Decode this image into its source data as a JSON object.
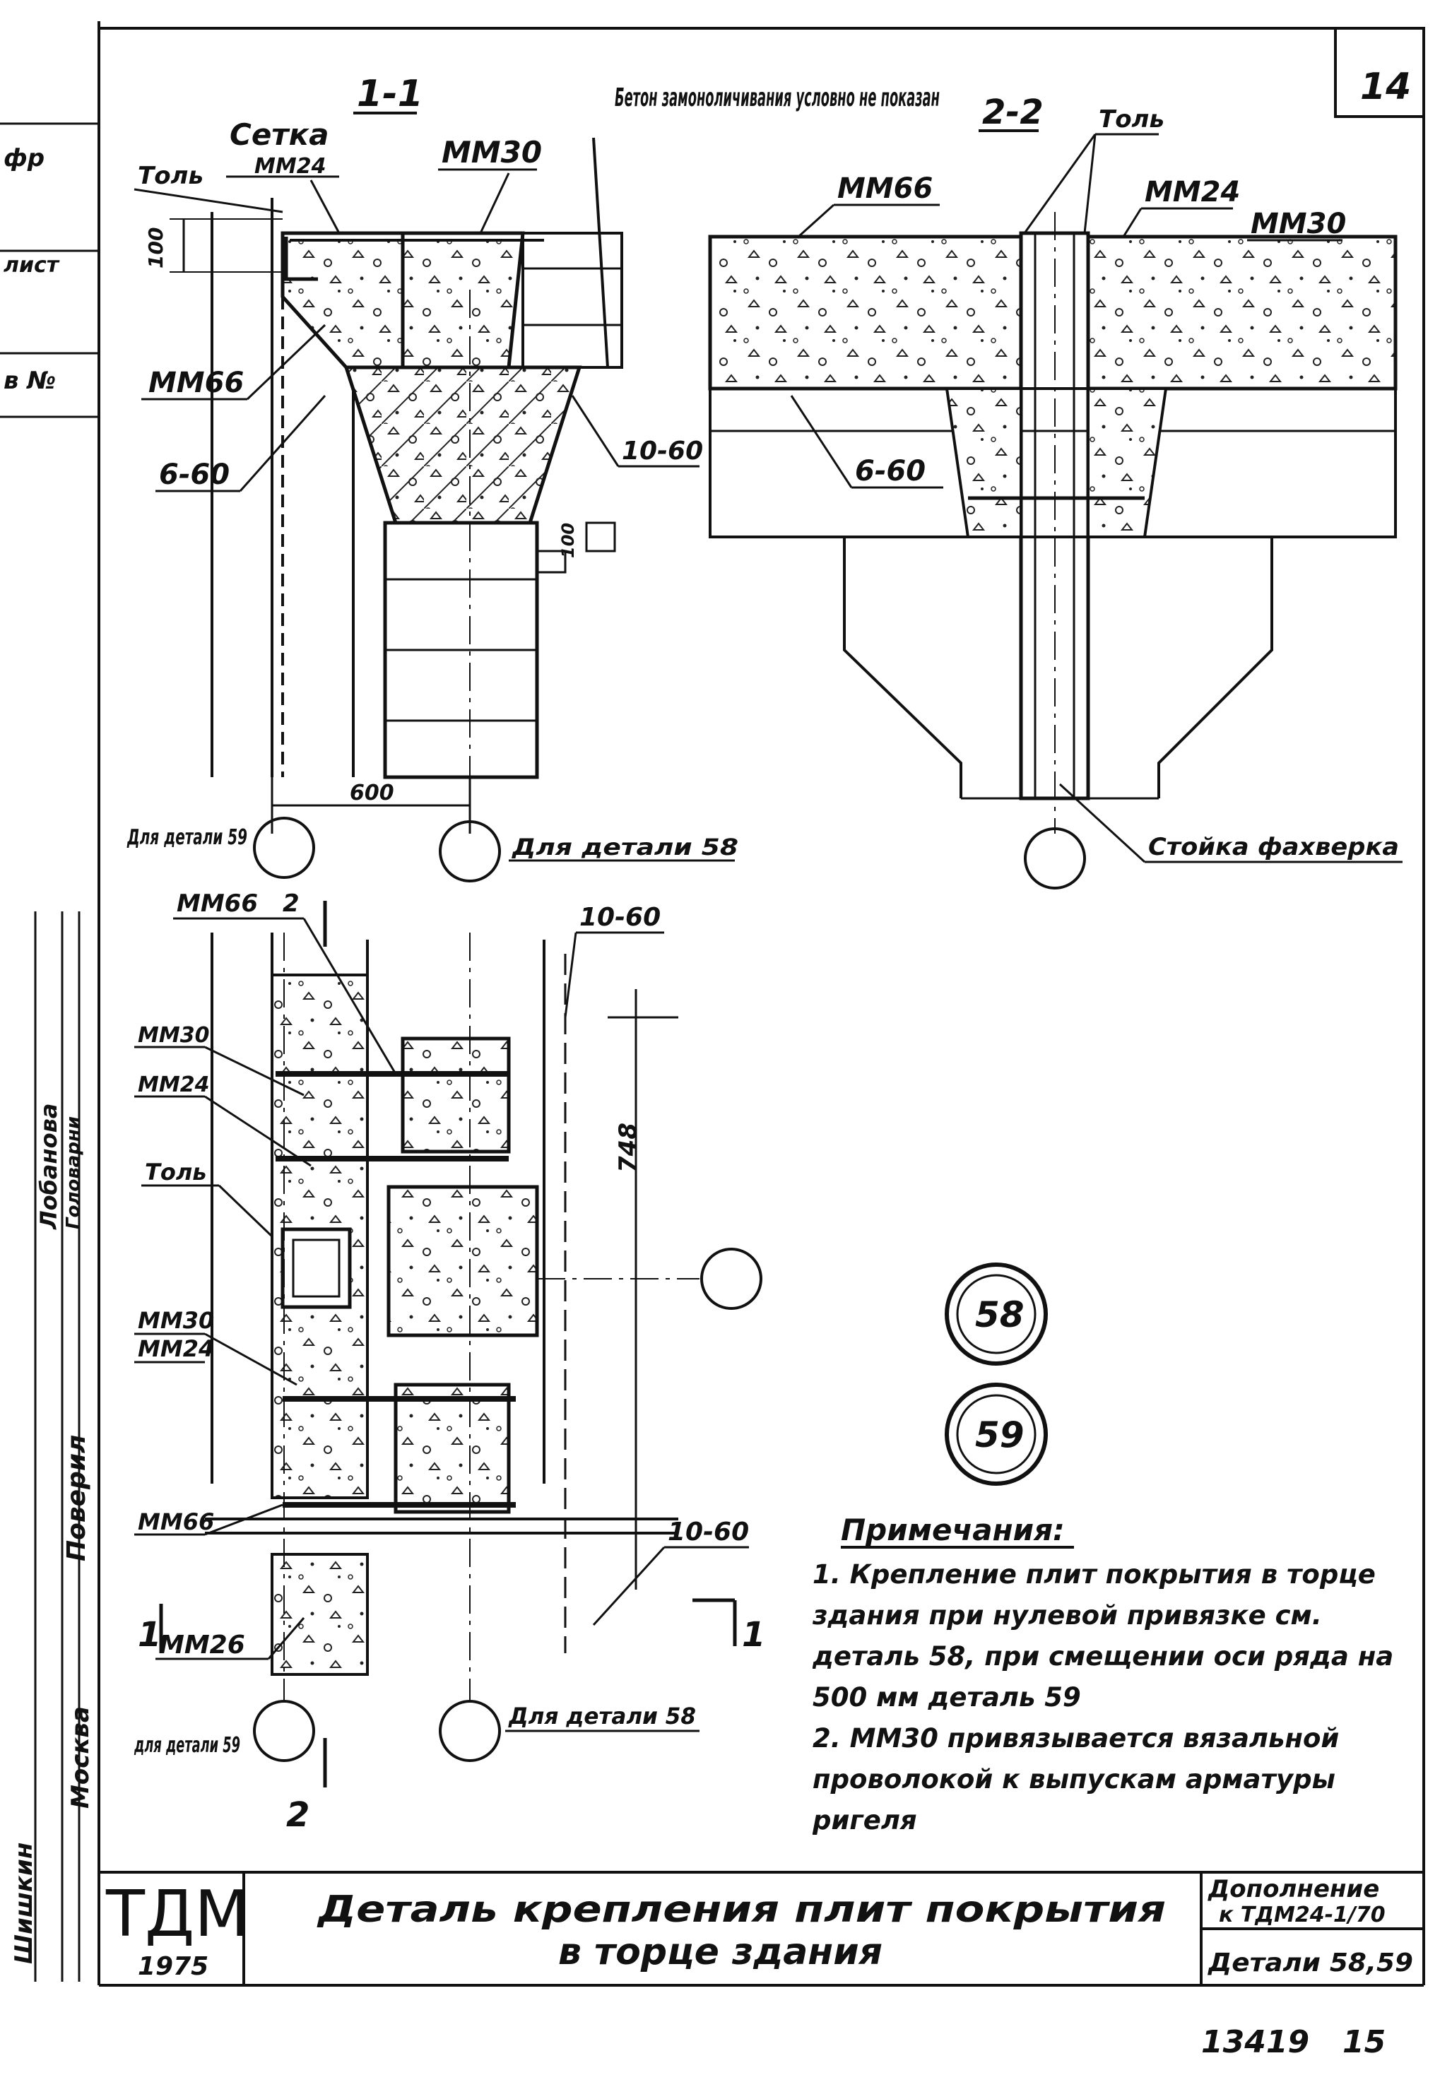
{
  "sheet": {
    "page_number": "14",
    "section_1_label": "1-1",
    "section_2_label": "2-2",
    "concrete_note": "Бетон замоноличивания условно не показан"
  },
  "margin": {
    "items": [
      "фр",
      "лист",
      "в №"
    ],
    "signatures": [
      "Лобанова",
      "Головарни",
      "Поверил",
      "Шишкин",
      "Москва"
    ]
  },
  "section_1_1": {
    "labels": {
      "setka": "Сетка",
      "mm24": "ММ24",
      "mm30": "ММ30",
      "tol": "Толь",
      "dim_100": "100",
      "mm66": "ММ66",
      "b60": "6-60",
      "b10_60": "10-60",
      "dim_600": "600",
      "dim_100b": "100"
    },
    "callouts": [
      "Для детали 59",
      "Для детали 58"
    ]
  },
  "section_2_2": {
    "labels": {
      "tol": "Толь",
      "mm66": "ММ66",
      "mm24": "ММ24",
      "mm30": "ММ30",
      "b60": "6-60",
      "stoyka": "Стойка фахверка"
    }
  },
  "plan": {
    "labels": {
      "mm66_top": "ММ66",
      "mm30": "ММ30",
      "mm24": "ММ24",
      "tol": "Толь",
      "mm30_b": "ММ30",
      "mm24_b": "ММ24",
      "mm66_b": "ММ66",
      "mm26": "ММ26",
      "b10_60_top": "10-60",
      "b10_60_bot": "10-60",
      "dim_748": "748",
      "cut_1": "1",
      "cut_2": "2"
    },
    "callouts": [
      "для детали 59",
      "Для детали 58"
    ]
  },
  "detail_marks": [
    "58",
    "59"
  ],
  "notes": {
    "title": "Примечания:",
    "items": [
      "1. Крепление плит покрытия в торце здания при нулевой привязке см. деталь 58, при смещении оси ряда на 500 мм деталь 59",
      "2. ММ30 привязывается вязальной проволокой к выпускам арматуры ригеля"
    ]
  },
  "title_block": {
    "logo": "ТДМ",
    "year": "1975",
    "title_line_1": "Деталь крепления плит покрытия",
    "title_line_2": "в торце здания",
    "addition_line_1": "Дополнение",
    "addition_line_2": "к ТДМ24-1/70",
    "details": "Детали 58,59"
  },
  "footer": {
    "archive_number": "13419",
    "sheet_number": "15"
  },
  "colors": {
    "ink": "#111111",
    "paper": "#ffffff"
  }
}
